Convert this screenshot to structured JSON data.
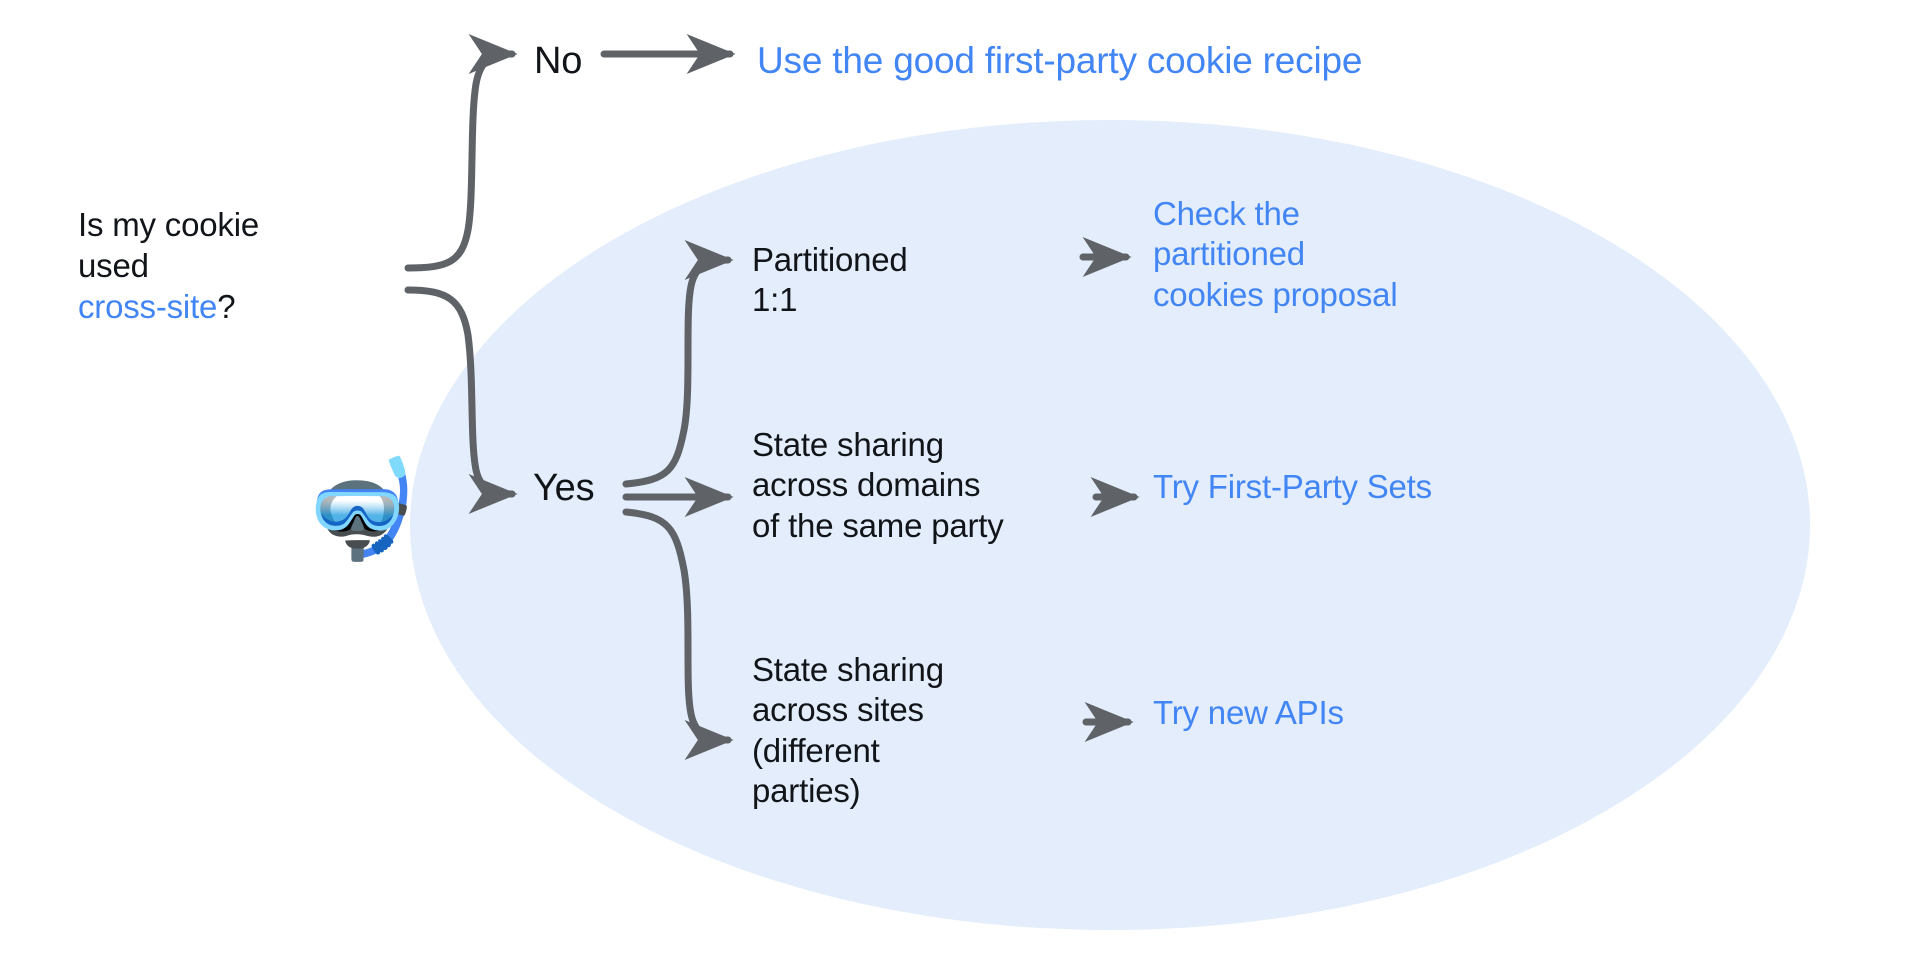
{
  "diagram": {
    "title": "Is my cookie used cross-site? decision flowchart",
    "colors": {
      "link_blue": "#4285F4",
      "text_dark": "#111418",
      "arrow_gray": "#5F6368",
      "ellipse_fill": "#E3EDFB",
      "page_background": "#FFFFFF"
    },
    "question": {
      "line1": "Is my cookie",
      "line2": "used ",
      "link_text": "cross-site",
      "suffix": "?"
    },
    "decorations": {
      "mask_emoji": "🤿",
      "mask_emoji_name": "diving-mask-emoji"
    },
    "branches": [
      {
        "id": "no",
        "label": "No",
        "target": "Use the good first-party cookie recipe",
        "target_is_link": true
      },
      {
        "id": "yes",
        "label": "Yes",
        "sub_branches": [
          {
            "id": "partitioned",
            "label": "Partitioned\n1:1",
            "target": "Check the\npartitioned\ncookies proposal",
            "target_is_link": true
          },
          {
            "id": "domains",
            "label": "State sharing\nacross domains\nof the same party",
            "target": "Try First-Party Sets",
            "target_is_link": true
          },
          {
            "id": "sites",
            "label": "State sharing\nacross sites\n(different\nparties)",
            "target": "Try new APIs",
            "target_is_link": true
          }
        ]
      }
    ]
  }
}
